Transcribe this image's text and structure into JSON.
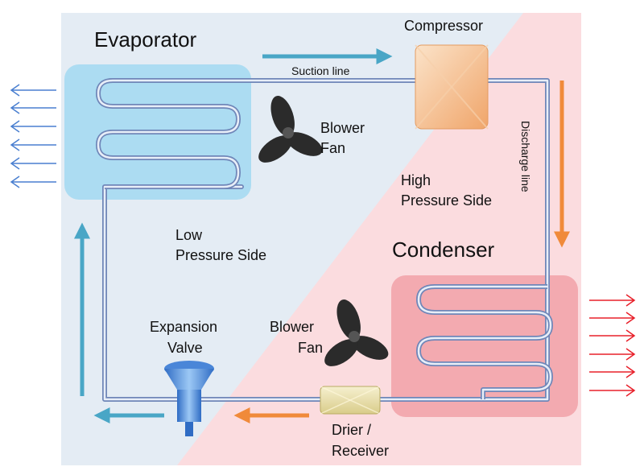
{
  "labels": {
    "evaporator": "Evaporator",
    "compressor": "Compressor",
    "condenser": "Condenser",
    "suction_line": "Suction line",
    "discharge_line": "Discharge line",
    "blower_fan_top_1": "Blower",
    "blower_fan_top_2": "Fan",
    "blower_fan_bottom_1": "Blower",
    "blower_fan_bottom_2": "Fan",
    "high_side_1": "High",
    "high_side_2": "Pressure Side",
    "low_side_1": "Low",
    "low_side_2": "Pressure Side",
    "expansion_1": "Expansion",
    "expansion_2": "Valve",
    "drier_1": "Drier /",
    "drier_2": "Receiver"
  },
  "colors": {
    "low_side_bg": "#e4ecf4",
    "high_side_bg": "#fbdcdf",
    "evaporator_fill": "#a9dbf1",
    "condenser_fill": "#f2a7ad",
    "compressor_fill": "#f3b98a",
    "drier_fill": "#e8dfae",
    "valve_fill": "#4a86d8",
    "pipe": "#6f86b8",
    "blue_arrow": "#49a6c6",
    "orange_arrow": "#f08a3a",
    "cold_air_arrow": "#4a7fd0",
    "hot_air_arrow": "#e8202a",
    "fan": "#2b2b2b"
  },
  "icons": {
    "fan_top": "blower-fan-icon",
    "fan_bottom": "blower-fan-icon",
    "expansion_valve": "expansion-valve-icon"
  }
}
